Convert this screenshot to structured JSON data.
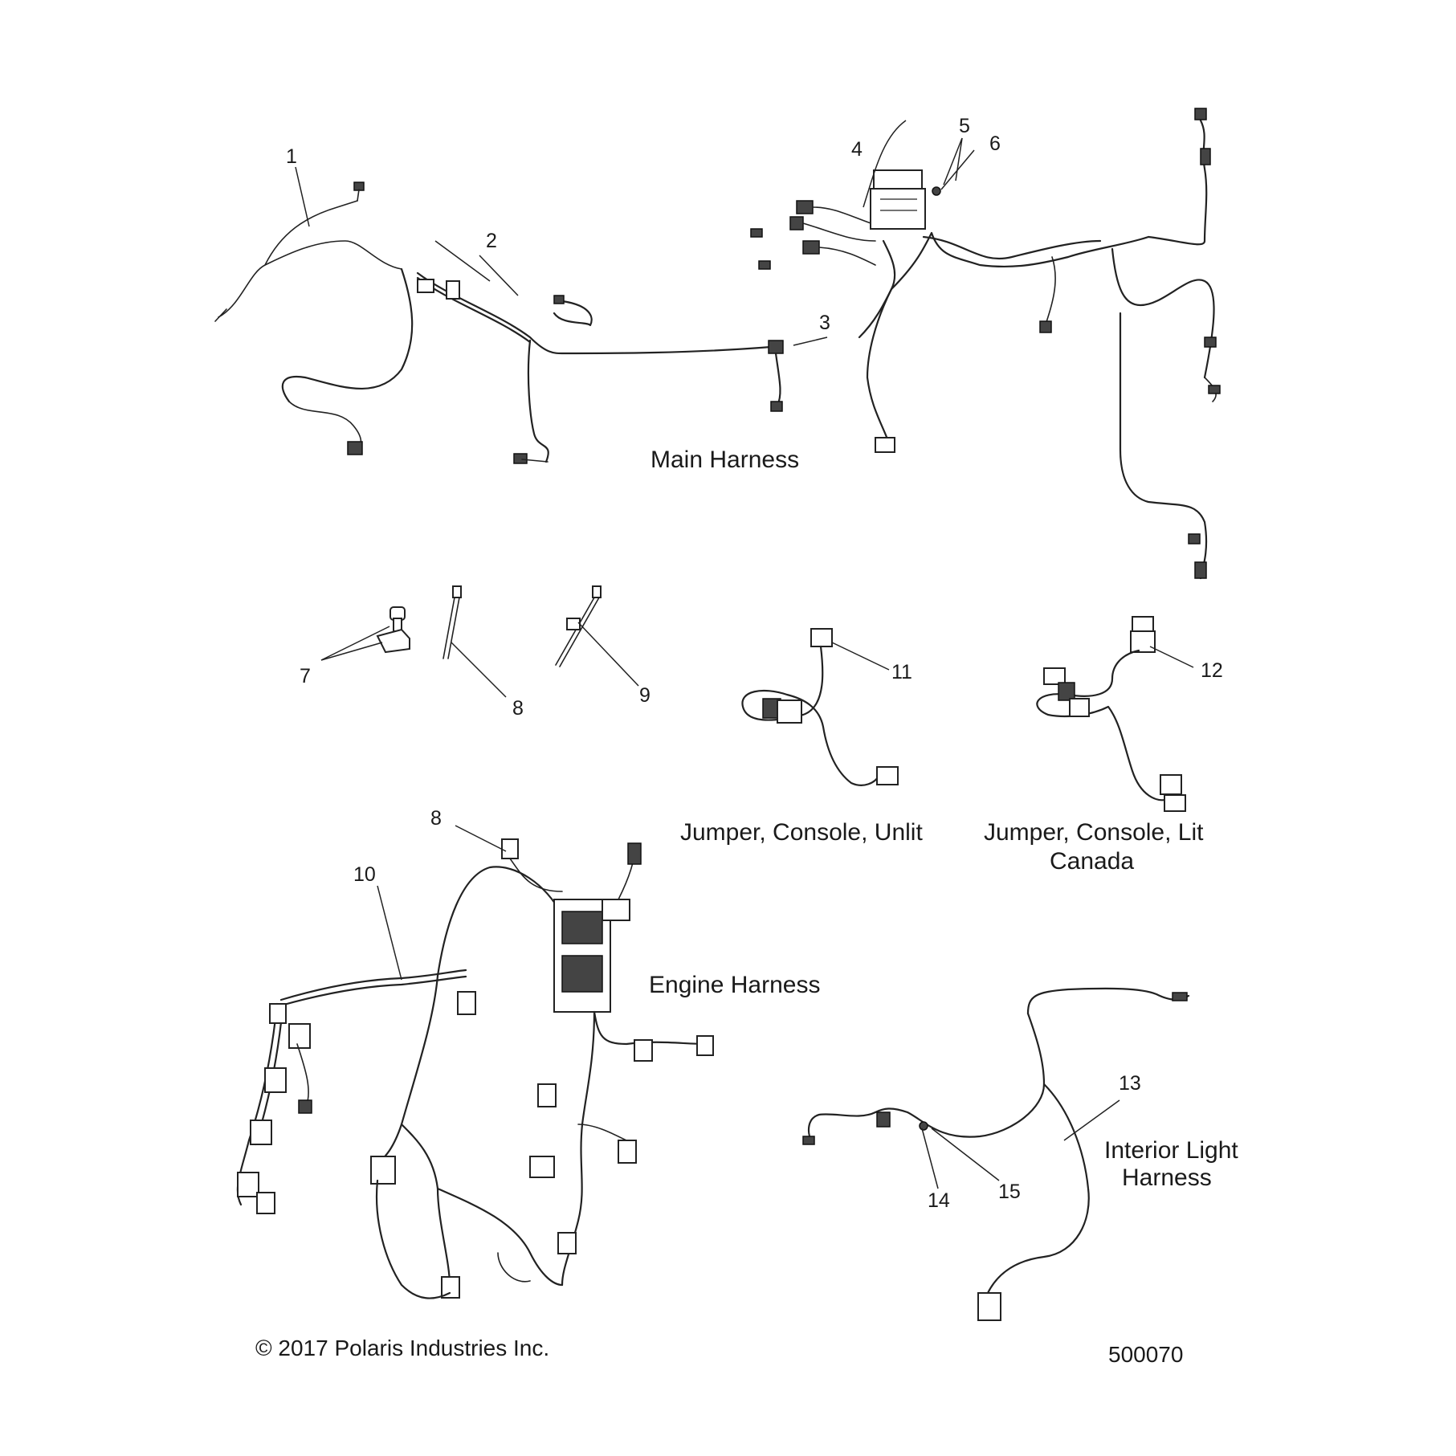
{
  "diagram": {
    "callouts": {
      "c1": "1",
      "c2": "2",
      "c3": "3",
      "c4": "4",
      "c5": "5",
      "c6": "6",
      "c7": "7",
      "c8a": "8",
      "c8b": "8",
      "c9": "9",
      "c10": "10",
      "c11": "11",
      "c12": "12",
      "c13": "13",
      "c14": "14",
      "c15": "15"
    },
    "captions": {
      "main_harness": "Main Harness",
      "jumper_unlit": "Jumper, Console, Unlit",
      "jumper_lit_line1": "Jumper, Console, Lit",
      "jumper_lit_line2": "Canada",
      "engine_harness": "Engine Harness",
      "interior_line1": "Interior Light",
      "interior_line2": "Harness"
    },
    "footer": {
      "copyright": "© 2017 Polaris Industries Inc.",
      "figure_number": "500070"
    }
  }
}
